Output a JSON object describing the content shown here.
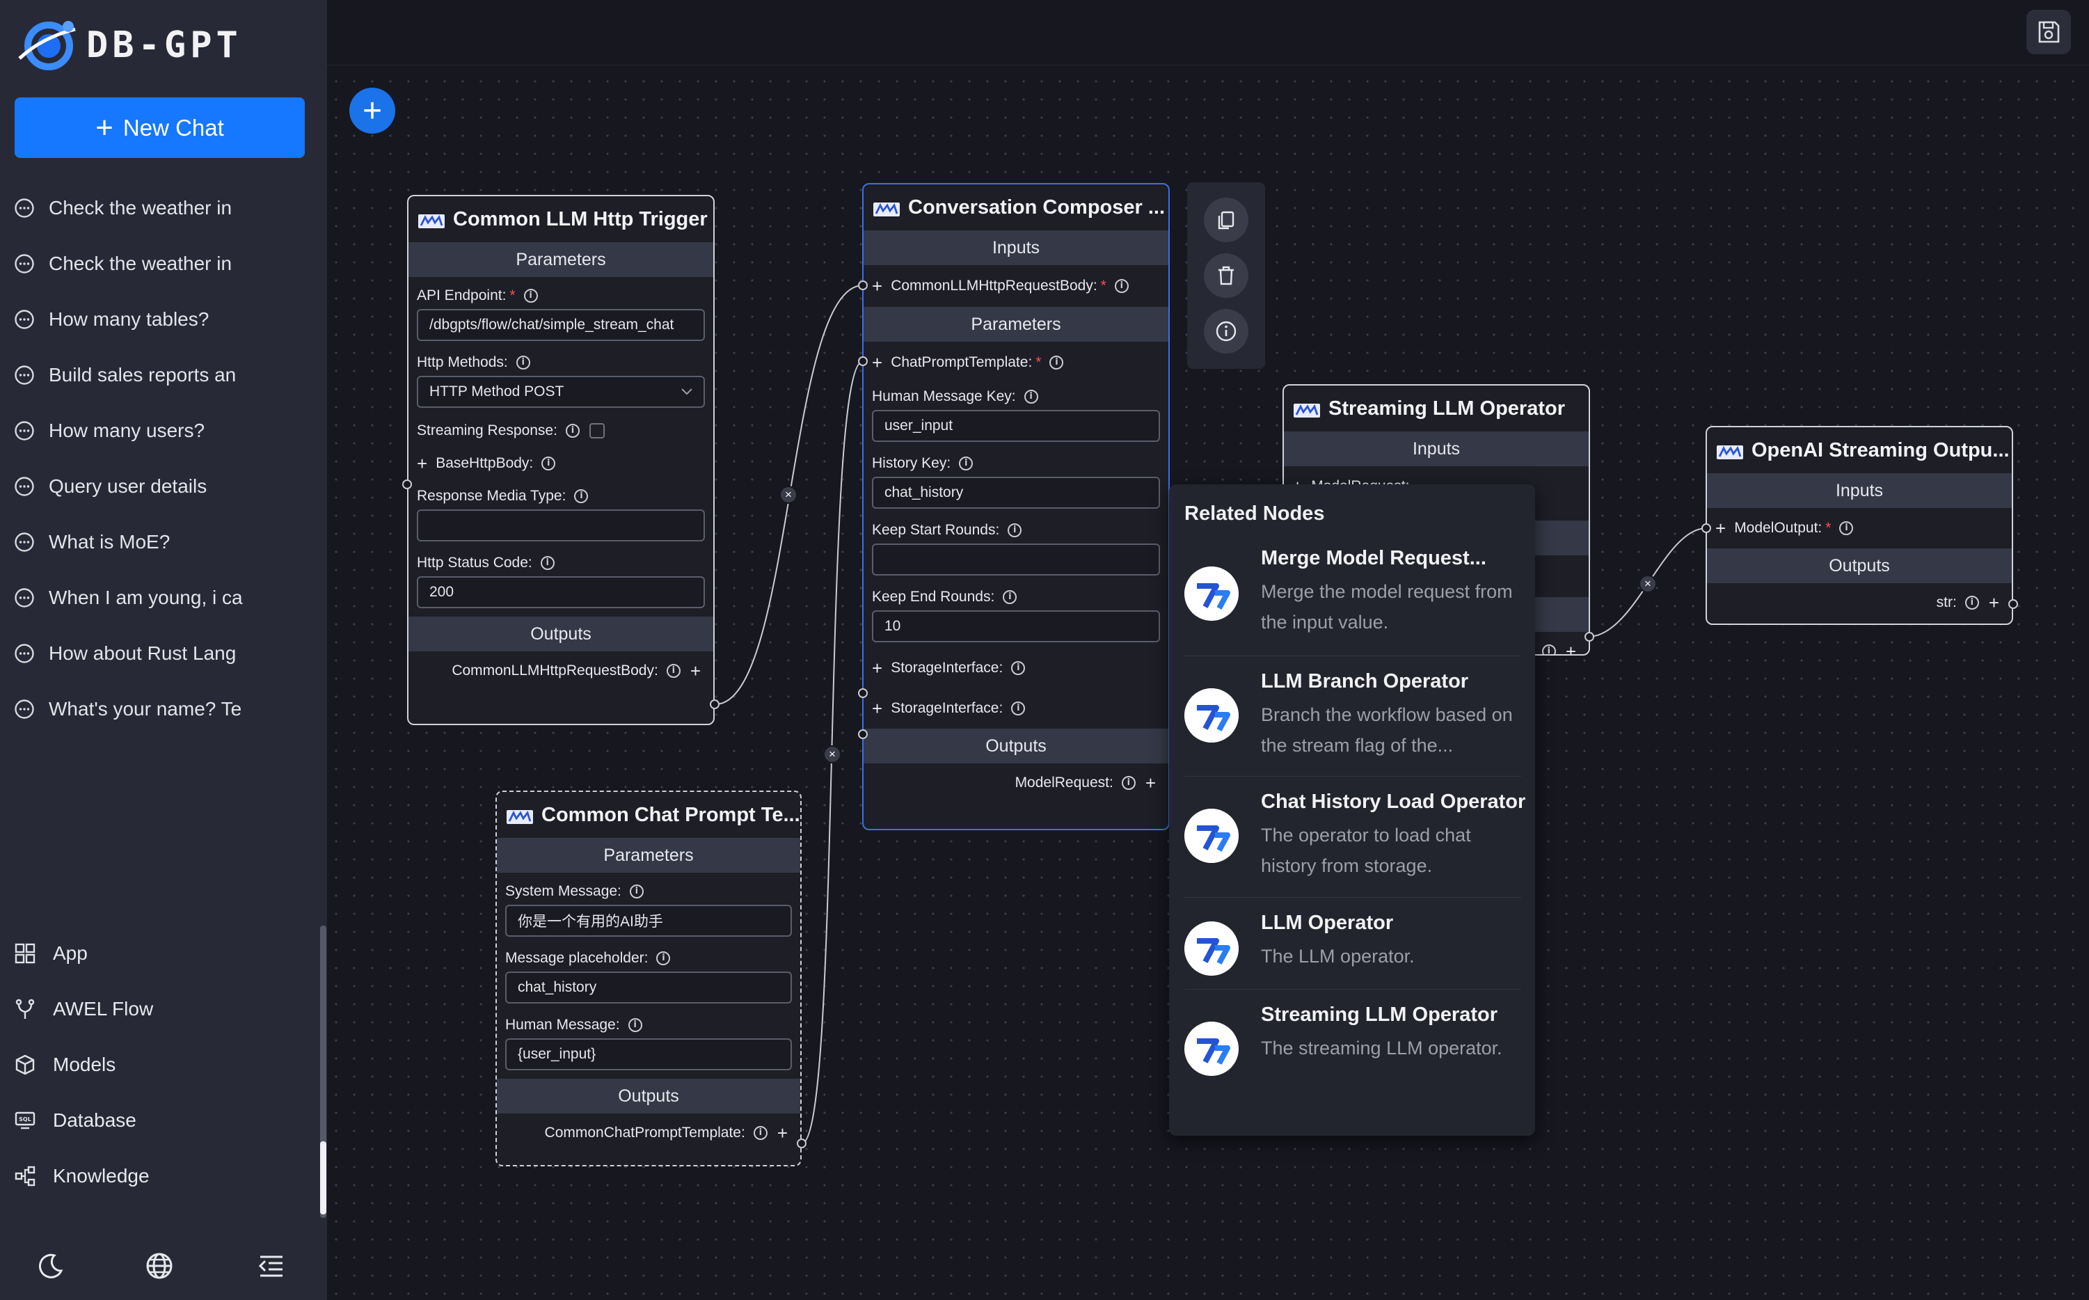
{
  "app": {
    "logo_text": "DB-GPT",
    "new_chat_label": "New Chat"
  },
  "sidebar": {
    "chats": [
      "Check the weather in",
      "Check the weather in",
      "How many tables?",
      "Build sales reports an",
      "How many users?",
      "Query user details",
      "What is MoE?",
      "When I am young, i ca",
      "How about Rust Lang",
      "What's your name? Te"
    ],
    "nav": [
      {
        "label": "App",
        "icon": "grid-icon"
      },
      {
        "label": "AWEL Flow",
        "icon": "flow-branch-icon"
      },
      {
        "label": "Models",
        "icon": "cube-icon"
      },
      {
        "label": "Database",
        "icon": "database-icon"
      },
      {
        "label": "Knowledge",
        "icon": "knowledge-graph-icon"
      }
    ],
    "bottom_icons": [
      "moon-icon",
      "globe-icon",
      "collapse-menu-icon"
    ]
  },
  "nodes": {
    "http_trigger": {
      "title": "Common LLM Http Trigger",
      "params_label": "Parameters",
      "api_endpoint_label": "API Endpoint:",
      "api_endpoint_value": "/dbgpts/flow/chat/simple_stream_chat",
      "http_methods_label": "Http Methods:",
      "http_methods_value": "HTTP Method POST",
      "streaming_label": "Streaming Response:",
      "base_body_label": "BaseHttpBody:",
      "media_type_label": "Response Media Type:",
      "media_type_value": "",
      "status_code_label": "Http Status Code:",
      "status_code_value": "200",
      "outputs_label": "Outputs",
      "output_name": "CommonLLMHttpRequestBody:"
    },
    "composer": {
      "title": "Conversation Composer ...",
      "inputs_label": "Inputs",
      "input_name": "CommonLLMHttpRequestBody:",
      "params_label": "Parameters",
      "prompt_template_label": "ChatPromptTemplate:",
      "human_key_label": "Human Message Key:",
      "human_key_value": "user_input",
      "history_key_label": "History Key:",
      "history_key_value": "chat_history",
      "keep_start_label": "Keep Start Rounds:",
      "keep_start_value": "",
      "keep_end_label": "Keep End Rounds:",
      "keep_end_value": "10",
      "storage1_label": "StorageInterface:",
      "storage2_label": "StorageInterface:",
      "outputs_label": "Outputs",
      "output_name": "ModelRequest:"
    },
    "prompt": {
      "title": "Common Chat Prompt Te...",
      "params_label": "Parameters",
      "system_label": "System Message:",
      "system_value": "你是一个有用的AI助手",
      "placeholder_label": "Message placeholder:",
      "placeholder_value": "chat_history",
      "human_label": "Human Message:",
      "human_value": "{user_input}",
      "outputs_label": "Outputs",
      "output_name": "CommonChatPromptTemplate:"
    },
    "streaming": {
      "title": "Streaming LLM Operator",
      "inputs_label": "Inputs",
      "input_name": "ModelRequest:"
    },
    "openai_out": {
      "title": "OpenAI Streaming Outpu...",
      "inputs_label": "Inputs",
      "input_name": "ModelOutput:",
      "outputs_label": "Outputs",
      "output_name": "str:"
    }
  },
  "related": {
    "title": "Related Nodes",
    "items": [
      {
        "name": "Merge Model Request...",
        "desc": "Merge the model request from the input value."
      },
      {
        "name": "LLM Branch Operator",
        "desc": "Branch the workflow based on the stream flag of the..."
      },
      {
        "name": "Chat History Load Operator",
        "desc": "The operator to load chat history from storage."
      },
      {
        "name": "LLM Operator",
        "desc": "The LLM operator."
      },
      {
        "name": "Streaming LLM Operator",
        "desc": "The streaming LLM operator."
      }
    ]
  },
  "colors": {
    "accent": "#1677ff",
    "selected_border": "#3d6ee8",
    "canvas_bg": "#16171f",
    "sidebar_bg": "#272a36",
    "required": "#ff4d4f"
  }
}
